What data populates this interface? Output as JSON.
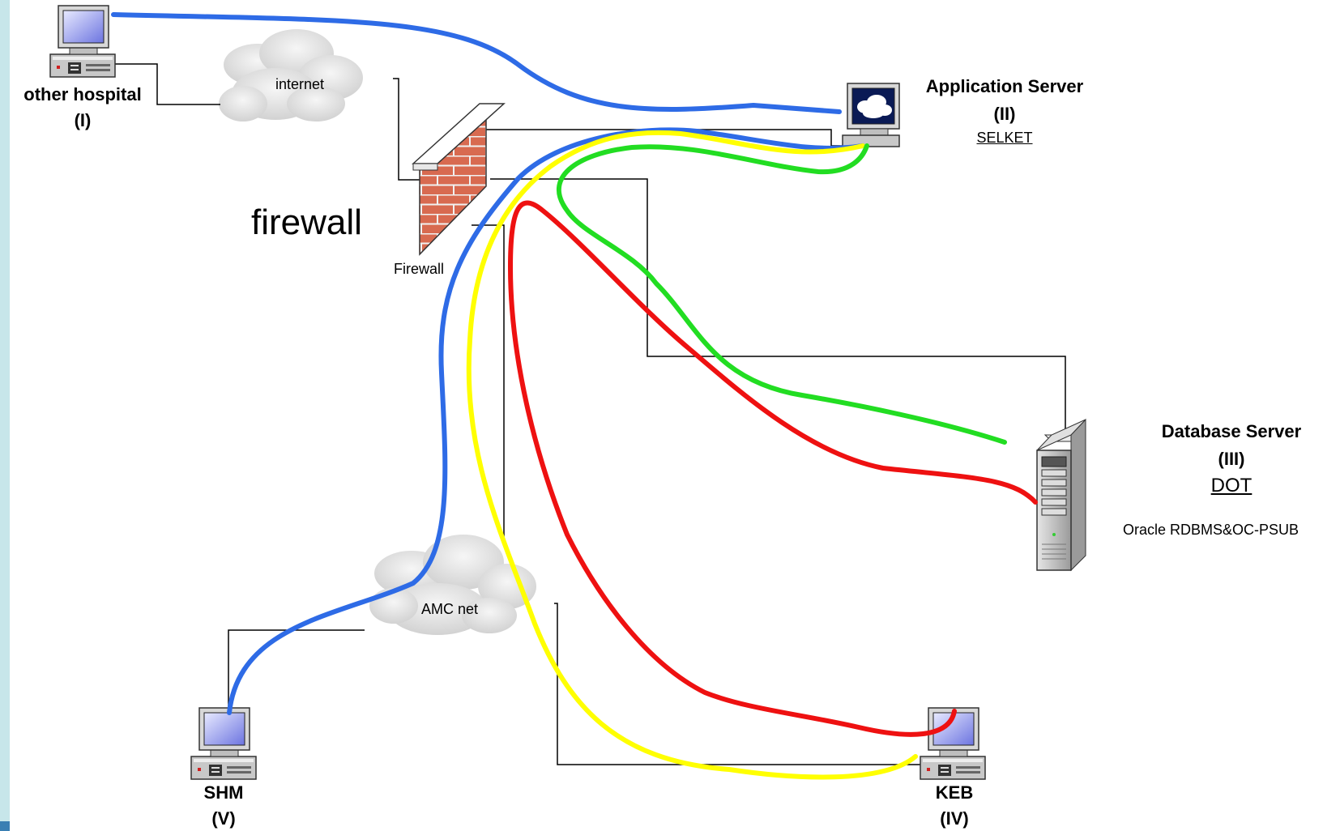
{
  "nodes": {
    "other_hospital": {
      "name": "other hospital",
      "roman": "(I)"
    },
    "app_server": {
      "name": "Application Server",
      "roman": "(II)",
      "sub": "SELKET"
    },
    "db_server": {
      "name": "Database Server",
      "roman": "(III)",
      "sub": "DOT",
      "note": "Oracle RDBMS&OC-PSUB"
    },
    "keb": {
      "name": "KEB",
      "roman": "(IV)"
    },
    "shm": {
      "name": "SHM",
      "roman": "(V)"
    }
  },
  "clouds": {
    "internet": "internet",
    "amc": "AMC net"
  },
  "firewall": {
    "big_label": "firewall",
    "small_label": "Firewall"
  },
  "colors": {
    "blue": "#2e6be6",
    "yellow": "#ffff00",
    "green": "#22dd22",
    "red": "#ee1111",
    "background_strip": "#c7e6ea"
  }
}
